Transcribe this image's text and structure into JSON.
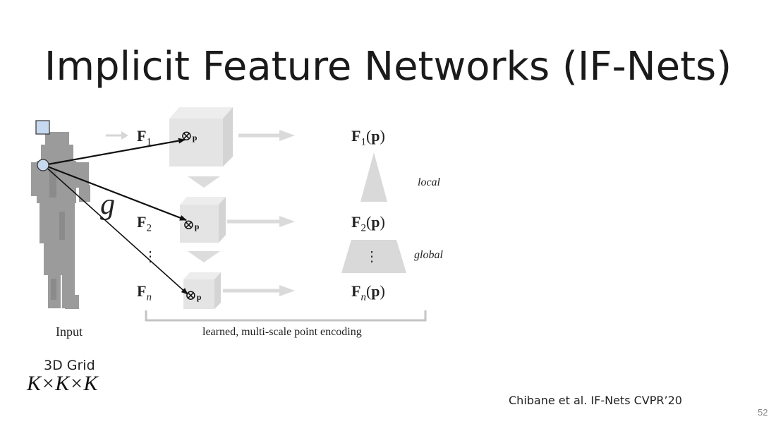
{
  "slide": {
    "title": "Implicit Feature Networks (IF-Nets)",
    "page_number": "52",
    "citation": "Chibane et al. IF-Nets CVPR’20"
  },
  "diagram": {
    "input_label": "Input",
    "grid_label": "3D Grid",
    "grid_dims": "K×K×K",
    "g_label": "g",
    "feature_grids": [
      "F1",
      "F2",
      "Fn"
    ],
    "features": [
      "F1(p)",
      "F2(p)",
      "Fn(p)"
    ],
    "sample_point": "p",
    "pyramid_top_label": "local",
    "pyramid_bottom_label": "global",
    "encoding_label": "learned, multi-scale point encoding"
  },
  "colors": {
    "point_fill": "#c7d9ef",
    "arrow": "#111111",
    "faded_arrow": "#d9d9d9",
    "cube": "#e6e6e6"
  },
  "icons": [
    "query-point-icon",
    "grid-cell-icon",
    "otimes-icon"
  ]
}
